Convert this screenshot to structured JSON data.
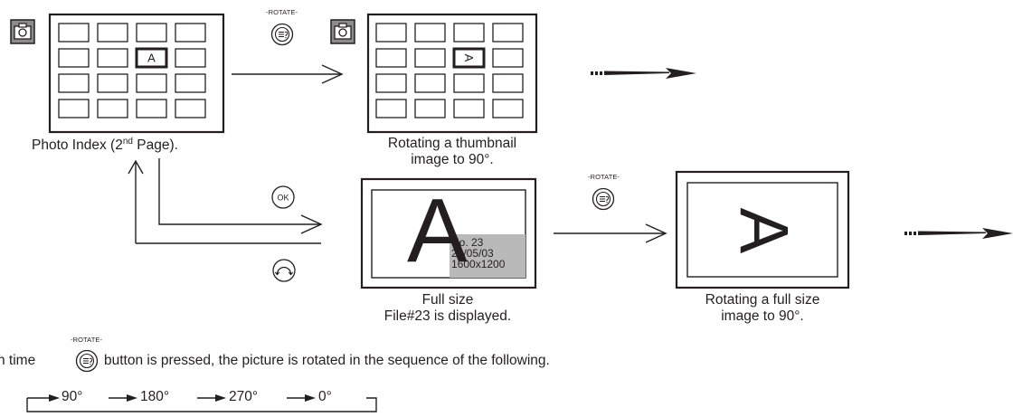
{
  "colors": {
    "ink": "#231f20",
    "overlay": "#b9b9b9",
    "camera": "#8c8c8c"
  },
  "icons": [
    "camera-icon",
    "rotate-button-icon",
    "ok-button-icon",
    "return-button-icon",
    "arrow-icon"
  ],
  "photo_index": {
    "cell_letter": "A",
    "caption_a": "Photo Index (2",
    "caption_sup": "nd",
    "caption_b": " Page)."
  },
  "rotated_index": {
    "cell_letter": "A",
    "caption_line1": "Rotating a thumbnail",
    "caption_line2": "image to 90°."
  },
  "full_size": {
    "letter": "A",
    "info": [
      "No. 23",
      "28/05/03",
      "1600x1200"
    ],
    "caption_line1": "Full size",
    "caption_line2": "File#23 is displayed."
  },
  "rotated_full": {
    "letter": "A",
    "caption_line1": "Rotating a full size",
    "caption_line2": "image to 90°."
  },
  "buttons": {
    "rotate_label": "-ROTATE-"
  },
  "note": {
    "text_before": "h time",
    "text_after": "button is pressed, the picture is rotated in the sequence of the following."
  },
  "sequence": [
    "90°",
    "180°",
    "270°",
    "0°"
  ]
}
